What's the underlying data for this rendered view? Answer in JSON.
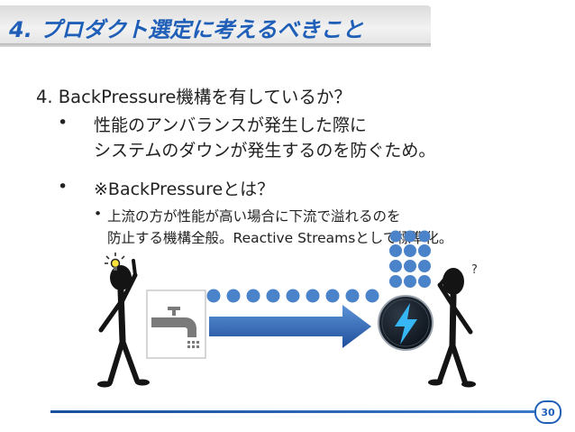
{
  "slide": {
    "title": "4. プロダクト選定に考えるべきこと",
    "heading": "4.  BackPressure機構を有しているか？",
    "bullets": [
      {
        "marker": "•",
        "lines": [
          "性能のアンバランスが発生した際に",
          "システムのダウンが発生するのを防ぐため。"
        ]
      },
      {
        "marker": "•",
        "lines": [
          "※BackPressureとは？"
        ]
      }
    ],
    "sub_bullet": {
      "marker": "•",
      "lines": [
        "上流の方が性能が高い場合に下流で溢れるのを",
        "防止する機構全般。Reactive Streamsとして標準化。"
      ]
    },
    "question_mark": "?",
    "page_number": "30"
  },
  "illustration": {
    "icons": [
      "lightbulb-icon",
      "faucet-icon",
      "arrow-icon",
      "lightning-logo-icon",
      "stick-figure-thinking-icon",
      "stick-figure-confused-icon"
    ],
    "colors": {
      "accent": "#1f5fb8",
      "dots": "#4a83c9",
      "arrow": "#2f63b3",
      "figure": "#141414"
    }
  }
}
